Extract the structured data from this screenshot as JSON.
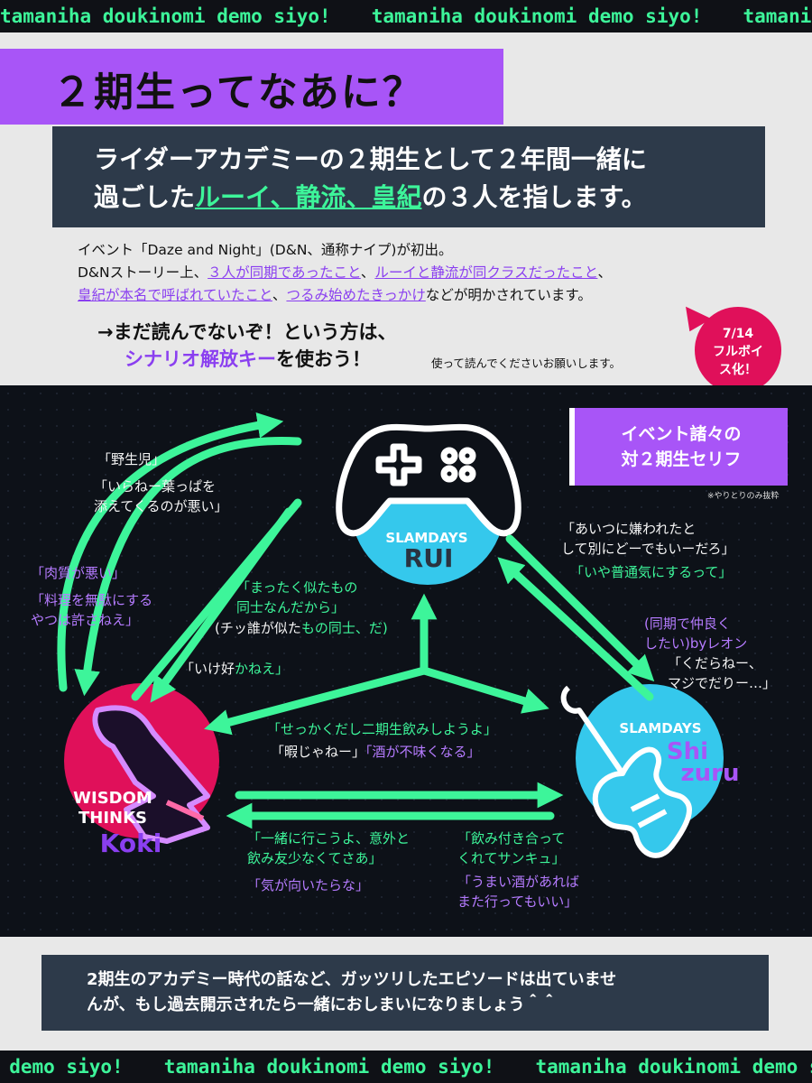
{
  "ticker": {
    "text": "tamaniha doukinomi demo siyo!"
  },
  "title": "２期生ってなあに？",
  "lead": {
    "line1": "ライダーアカデミーの２期生として２年間一緒に",
    "line2_pre": "過ごした",
    "line2_names": "ルーイ、静流、皇紀",
    "line2_post": "の３人を指します。"
  },
  "desc": {
    "l1": "イベント「Daze and Night」(D&N、通称ナイプ)が初出。",
    "l2_a": "D&Nストーリー上、",
    "l2_b": "３人が同期であったこと",
    "l2_c": "、",
    "l2_d": "ルーイと静流が同クラスだったこと",
    "l2_e": "、",
    "l3_a": "皇紀が本名で呼ばれていたこと",
    "l3_b": "、",
    "l3_c": "つるみ始めたきっかけ",
    "l3_d": "などが明かされています。"
  },
  "cta": {
    "arrow": "→まだ読んでないぞ！という方は、",
    "key": "シナリオ解放キー",
    "post": "を使おう！",
    "note": "使って読んでくださいお願いします。"
  },
  "badge": {
    "l1": "7/14",
    "l2": "フルボイ",
    "l3": "ス化！"
  },
  "event_box": {
    "l1": "イベント諸々の",
    "l2": "対２期生セリフ",
    "note": "※やりとりのみ抜粋"
  },
  "characters": {
    "rui": {
      "unit": "SLAMDAYS",
      "name": "RUI",
      "icon": "gamepad-icon"
    },
    "shizuru": {
      "unit": "SLAMDAYS",
      "name_a": "Shi",
      "name_b": "zuru",
      "icon": "guitar-icon"
    },
    "koki": {
      "unit_a": "WISDOM",
      "unit_b": "THINKS",
      "name": "Koki",
      "icon": "blade-icon"
    }
  },
  "quotes": {
    "q1": "「野生児」",
    "q2a": "「いらねー葉っぱを",
    "q2b": "添えてくるのが悪い」",
    "q3": "「肉質が悪い」",
    "q4a": "「料理を無駄にする",
    "q4b": "やつは許さねえ」",
    "q5a": "「まったく似たもの",
    "q5b": "同士なんだから」",
    "q6a": "(チッ誰が似た",
    "q6b": "もの同士、だ)",
    "q7a": "「いけ好",
    "q7b": "かねえ」",
    "q8a": "「あいつに嫌われたと",
    "q8b": "して別にどーでもいーだろ」",
    "q9": "「いや普通気にするって」",
    "q10a": "(同期で仲良く",
    "q10b": "したい)byレオン",
    "q11a": "「くだらねー、",
    "q11b": "マジでだりー…」",
    "q12": "「せっかくだし二期生飲みしようよ」",
    "q13a": "「暇じゃねー」",
    "q13b": "「酒が不味くなる」",
    "q14a": "「一緒に行こうよ、意外と",
    "q14b": "飲み友少なくてさあ」",
    "q15": "「気が向いたらな」",
    "q16a": "「飲み付き合って",
    "q16b": "くれてサンキュ」",
    "q17a": "「うまい酒があれば",
    "q17b": "また行ってもいい」"
  },
  "footer": {
    "l1": "2期生のアカデミー時代の話など、ガッツリしたエピソードは出ていませ",
    "l2": "んが、もし過去開示されたら一緒におしまいになりましょう＾＾"
  },
  "colors": {
    "accent_purple": "#a855f7",
    "accent_green": "#3df59a",
    "accent_pink": "#e0105a",
    "rui_cyan": "#35c8ec",
    "dark_bg": "#0d1118",
    "box_slate": "#2d3a4a"
  }
}
